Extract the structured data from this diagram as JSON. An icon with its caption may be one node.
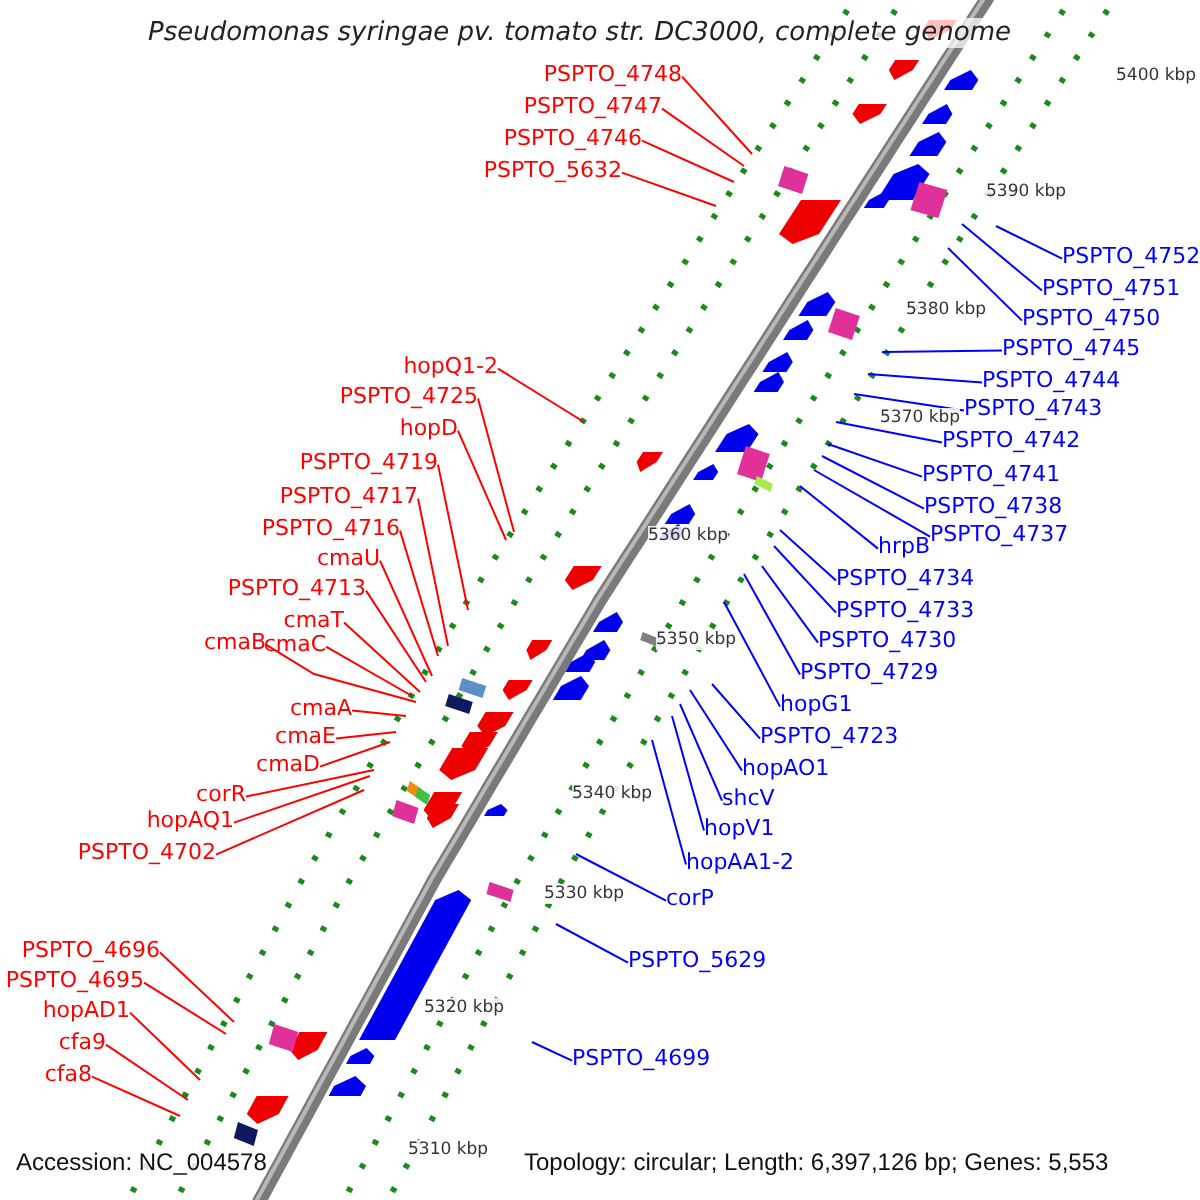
{
  "diagram": {
    "title": "Pseudomonas syringae pv. tomato str. DC3000, complete genome",
    "nodes": [
      {
        "text": [
          "PSPTO_4748"
        ]
      },
      {
        "text": [
          "PSPTO_4747"
        ]
      },
      {
        "text": [
          "PSPTO_4746"
        ]
      },
      {
        "text": [
          "PSPTO_5632"
        ]
      },
      {
        "text": [
          "hopQ1-2"
        ]
      },
      {
        "text": [
          "PSPTO_4725"
        ]
      },
      {
        "text": [
          "hopD"
        ]
      },
      {
        "text": [
          "PSPTO_4719"
        ]
      },
      {
        "text": [
          "PSPTO_4717"
        ]
      },
      {
        "text": [
          "PSPTO_4716"
        ]
      },
      {
        "text": [
          "cmaU"
        ]
      },
      {
        "text": [
          "PSPTO_4713"
        ]
      },
      {
        "text": [
          "cmaT"
        ]
      },
      {
        "text": [
          "cmaB"
        ]
      },
      {
        "text": [
          "cmaC"
        ]
      },
      {
        "text": [
          "cmaA"
        ]
      },
      {
        "text": [
          "cmaE"
        ]
      },
      {
        "text": [
          "cmaD"
        ]
      },
      {
        "text": [
          "corR"
        ]
      },
      {
        "text": [
          "hopAQ1"
        ]
      },
      {
        "text": [
          "PSPTO_4702"
        ]
      },
      {
        "text": [
          "PSPTO_4696"
        ]
      },
      {
        "text": [
          "PSPTO_4695"
        ]
      },
      {
        "text": [
          "hopAD1"
        ]
      },
      {
        "text": [
          "cfa9"
        ]
      },
      {
        "text": [
          "cfa8"
        ]
      },
      {
        "text": [
          "PSPTO_4752"
        ]
      },
      {
        "text": [
          "PSPTO_4751"
        ]
      },
      {
        "text": [
          "PSPTO_4750"
        ]
      },
      {
        "text": [
          "PSPTO_4745"
        ]
      },
      {
        "text": [
          "PSPTO_4744"
        ]
      },
      {
        "text": [
          "PSPTO_4743"
        ]
      },
      {
        "text": [
          "PSPTO_4742"
        ]
      },
      {
        "text": [
          "PSPTO_4741"
        ]
      },
      {
        "text": [
          "PSPTO_4738"
        ]
      },
      {
        "text": [
          "PSPTO_4737"
        ]
      },
      {
        "text": [
          "hrpB"
        ]
      },
      {
        "text": [
          "PSPTO_4734"
        ]
      },
      {
        "text": [
          "PSPTO_4733"
        ]
      },
      {
        "text": [
          "PSPTO_4730"
        ]
      },
      {
        "text": [
          "PSPTO_4729"
        ]
      },
      {
        "text": [
          "hopG1"
        ]
      },
      {
        "text": [
          "PSPTO_4723"
        ]
      },
      {
        "text": [
          "hopAO1"
        ]
      },
      {
        "text": [
          "shcV"
        ]
      },
      {
        "text": [
          "hopV1"
        ]
      },
      {
        "text": [
          "hopAA1-2"
        ]
      },
      {
        "text": [
          "corP"
        ]
      },
      {
        "text": [
          "PSPTO_5629"
        ]
      },
      {
        "text": [
          "PSPTO_4699"
        ]
      }
    ],
    "edges": [
      {
        "from": 0,
        "to": null,
        "arrow": "none"
      },
      {
        "from": 1,
        "to": null,
        "arrow": "none"
      },
      {
        "from": 2,
        "to": null,
        "arrow": "none"
      },
      {
        "from": 3,
        "to": null,
        "arrow": "none"
      },
      {
        "from": 4,
        "to": null,
        "arrow": "none"
      },
      {
        "from": 5,
        "to": null,
        "arrow": "none"
      },
      {
        "from": 6,
        "to": null,
        "arrow": "none"
      },
      {
        "from": 7,
        "to": null,
        "arrow": "none"
      },
      {
        "from": 8,
        "to": null,
        "arrow": "none"
      },
      {
        "from": 9,
        "to": null,
        "arrow": "none"
      },
      {
        "from": 10,
        "to": null,
        "arrow": "none"
      },
      {
        "from": 11,
        "to": null,
        "arrow": "none"
      },
      {
        "from": 12,
        "to": null,
        "arrow": "none"
      },
      {
        "from": 13,
        "to": null,
        "arrow": "none"
      },
      {
        "from": 14,
        "to": null,
        "arrow": "none"
      },
      {
        "from": 15,
        "to": null,
        "arrow": "none"
      },
      {
        "from": 16,
        "to": null,
        "arrow": "none"
      },
      {
        "from": 17,
        "to": null,
        "arrow": "none"
      },
      {
        "from": 18,
        "to": null,
        "arrow": "none"
      },
      {
        "from": 19,
        "to": null,
        "arrow": "none"
      },
      {
        "from": 20,
        "to": null,
        "arrow": "none"
      },
      {
        "from": 21,
        "to": null,
        "arrow": "none"
      },
      {
        "from": 22,
        "to": null,
        "arrow": "none"
      },
      {
        "from": 23,
        "to": null,
        "arrow": "none"
      },
      {
        "from": 24,
        "to": null,
        "arrow": "none"
      },
      {
        "from": 25,
        "to": null,
        "arrow": "none"
      },
      {
        "from": 26,
        "to": null,
        "arrow": "none",
        "color": "#0000ff"
      },
      {
        "from": 27,
        "to": null,
        "arrow": "none",
        "color": "#0000ff"
      },
      {
        "from": 28,
        "to": null,
        "arrow": "none",
        "color": "#0000ff"
      },
      {
        "from": 29,
        "to": null,
        "arrow": "none",
        "color": "#0000ff"
      },
      {
        "from": 30,
        "to": null,
        "arrow": "none",
        "color": "#0000ff"
      },
      {
        "from": 31,
        "to": null,
        "arrow": "none",
        "color": "#0000ff"
      },
      {
        "from": 32,
        "to": null,
        "arrow": "none",
        "color": "#0000ff"
      },
      {
        "from": 33,
        "to": null,
        "arrow": "none",
        "color": "#0000ff"
      },
      {
        "from": 34,
        "to": null,
        "arrow": "none",
        "color": "#0000ff"
      },
      {
        "from": 35,
        "to": null,
        "arrow": "none",
        "color": "#0000ff"
      },
      {
        "from": 36,
        "to": null,
        "arrow": "none",
        "color": "#0000ff"
      },
      {
        "from": 37,
        "to": null,
        "arrow": "none",
        "color": "#0000ff"
      },
      {
        "from": 38,
        "to": null,
        "arrow": "none",
        "color": "#0000ff"
      },
      {
        "from": 39,
        "to": null,
        "arrow": "none",
        "color": "#0000ff"
      },
      {
        "from": 40,
        "to": null,
        "arrow": "none",
        "color": "#0000ff"
      },
      {
        "from": 41,
        "to": null,
        "arrow": "none",
        "color": "#0000ff"
      },
      {
        "from": 42,
        "to": null,
        "arrow": "none",
        "color": "#0000ff"
      },
      {
        "from": 43,
        "to": null,
        "arrow": "none",
        "color": "#0000ff"
      },
      {
        "from": 44,
        "to": null,
        "arrow": "none",
        "color": "#0000ff"
      },
      {
        "from": 45,
        "to": null,
        "arrow": "none",
        "color": "#0000ff"
      },
      {
        "from": 46,
        "to": null,
        "arrow": "none",
        "color": "#0000ff"
      },
      {
        "from": 47,
        "to": null,
        "arrow": "none",
        "color": "#0000ff"
      },
      {
        "from": 48,
        "to": null,
        "arrow": "none",
        "color": "#0000ff"
      },
      {
        "from": 49,
        "to": null,
        "arrow": "none",
        "color": "#0000ff"
      }
    ],
    "labels": [
      "5400 kbp",
      "5390 kbp",
      "5380 kbp",
      "5370 kbp",
      "5360 kbp",
      "5350 kbp",
      "5340 kbp",
      "5330 kbp",
      "5320 kbp",
      "5310 kbp",
      "Accession: NC_004578",
      "Topology: circular; Length: 6,397,126 bp; Genes: 5,553"
    ]
  }
}
